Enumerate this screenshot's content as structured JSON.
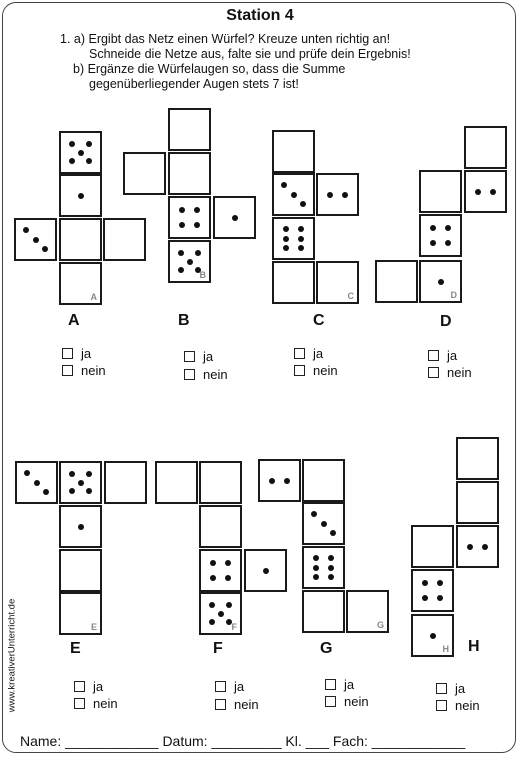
{
  "title": "Station 4",
  "instructions": {
    "line1": "1. a) Ergibt das Netz einen Würfel? Kreuze unten richtig an!",
    "line2": "Schneide die Netze aus, falte sie und prüfe dein Ergebnis!",
    "line3": "b) Ergänze die Würfelaugen so, dass die Summe",
    "line4": "gegenüberliegender Augen stets 7 ist!"
  },
  "options": {
    "yes": "ja",
    "no": "nein"
  },
  "nets": [
    {
      "label": "A"
    },
    {
      "label": "B"
    },
    {
      "label": "C"
    },
    {
      "label": "D"
    },
    {
      "label": "E"
    },
    {
      "label": "F"
    },
    {
      "label": "G"
    },
    {
      "label": "H"
    }
  ],
  "side_text": "www.kreativerUnterricht.de",
  "footer": "Name: ____________ Datum: _________ Kl. ___ Fach: ____________"
}
